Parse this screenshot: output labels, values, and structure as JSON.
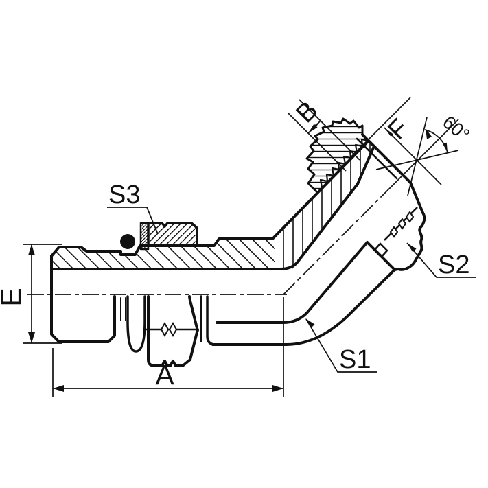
{
  "drawing": {
    "background": "#ffffff",
    "ink": "#111111"
  },
  "labels": {
    "e": "E",
    "a": "A",
    "b": "B",
    "f": "F",
    "angle": "60°",
    "s1": "S1",
    "s2": "S2",
    "s3": "S3"
  }
}
